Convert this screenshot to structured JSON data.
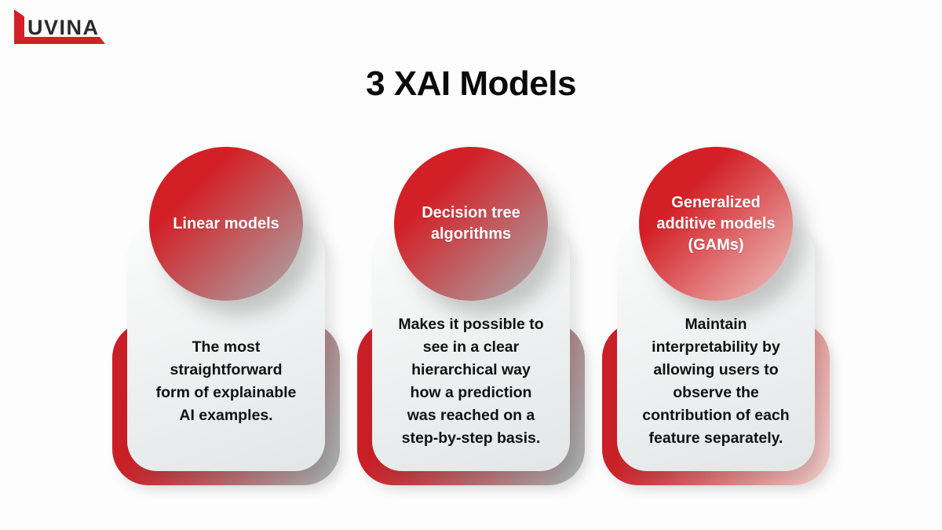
{
  "page": {
    "title": "3 XAI Models",
    "background": "#fdfdfd"
  },
  "logo": {
    "text": "UVINA",
    "brand": "LUVINA"
  },
  "colors": {
    "red": "#cf2127",
    "red_deep": "#c92027",
    "gray_end": "#a9adae",
    "pink_end": "#eec6c3",
    "card_top": "#fbfcfc",
    "card_bottom": "#e2e6e6",
    "text_dark": "#121212",
    "bg": "#fdfdfd",
    "circle_text": "#ffffff",
    "logo_dark": "#2b2b2b"
  },
  "cards": [
    {
      "circle_label": "Linear models",
      "description": "The most\nstraightforward\nform of explainable\nAI examples."
    },
    {
      "circle_label": "Decision tree\nalgorithms",
      "description": "Makes it possible to\nsee in a clear\nhierarchical way\nhow a prediction\nwas reached on a\nstep-by-step basis."
    },
    {
      "circle_label": "Generalized\nadditive models\n(GAMs)",
      "description": "Maintain\ninterpretability by\nallowing users to\nobserve the\ncontribution of each\nfeature separately."
    }
  ]
}
